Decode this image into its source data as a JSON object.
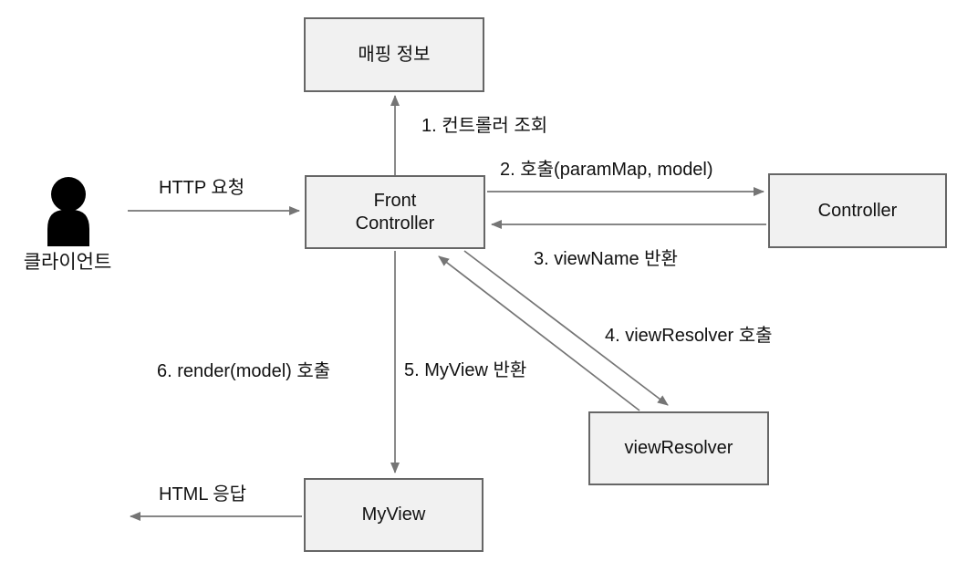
{
  "diagram": {
    "type": "flow-diagram",
    "language": "ko",
    "nodes": {
      "client": {
        "label": "클라이언트",
        "shape": "person-silhouette"
      },
      "mapping_info": {
        "label": "매핑 정보",
        "shape": "rect"
      },
      "front_controller": {
        "label": "Front\nController",
        "shape": "rect"
      },
      "controller": {
        "label": "Controller",
        "shape": "rect"
      },
      "view_resolver": {
        "label": "viewResolver",
        "shape": "rect"
      },
      "my_view": {
        "label": "MyView",
        "shape": "rect"
      }
    },
    "edges": {
      "http_request": {
        "label": "HTTP 요청",
        "from": "client",
        "to": "front_controller"
      },
      "step1": {
        "label": "1. 컨트롤러 조회",
        "from": "front_controller",
        "to": "mapping_info"
      },
      "step2": {
        "label": "2. 호출(paramMap, model)",
        "from": "front_controller",
        "to": "controller"
      },
      "step3": {
        "label": "3. viewName 반환",
        "from": "controller",
        "to": "front_controller"
      },
      "step4": {
        "label": "4. viewResolver 호출",
        "from": "front_controller",
        "to": "view_resolver"
      },
      "step5": {
        "label": "5. MyView 반환",
        "from": "view_resolver",
        "to": "front_controller"
      },
      "step6": {
        "label": "6. render(model) 호출",
        "from": "front_controller",
        "to": "my_view"
      },
      "html_response": {
        "label": "HTML 응답",
        "from": "my_view",
        "to": "client"
      }
    },
    "colors": {
      "background": "#ffffff",
      "box_fill": "#f1f1f1",
      "box_border": "#666666",
      "arrow": "#757575",
      "text": "#111111",
      "person": "#000000"
    }
  }
}
